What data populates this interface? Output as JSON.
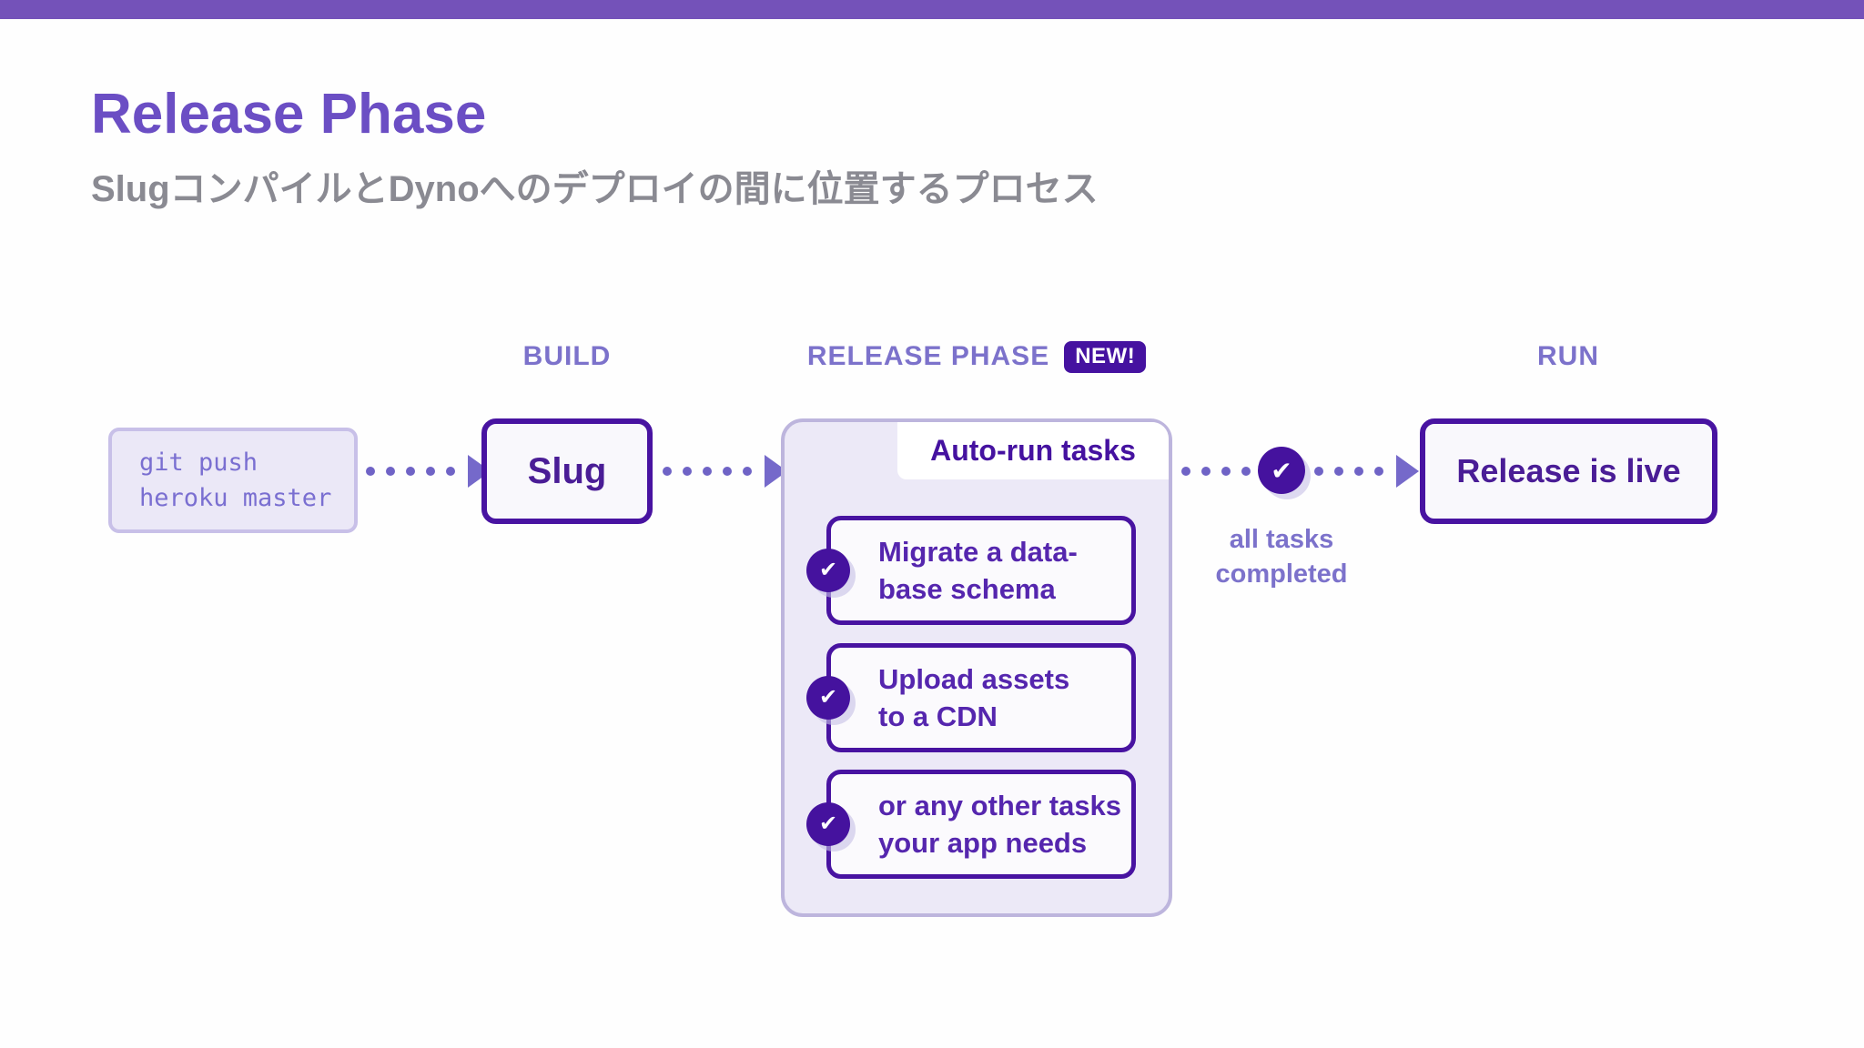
{
  "slide": {
    "title": "Release Phase",
    "subtitle": "SlugコンパイルとDynoへのデプロイの間に位置するプロセス"
  },
  "stages": {
    "build_label": "BUILD",
    "release_phase_label": "RELEASE PHASE",
    "new_badge": "NEW!",
    "run_label": "RUN"
  },
  "diagram": {
    "git_push": {
      "line1": "git push",
      "line2": "heroku master"
    },
    "slug_label": "Slug",
    "auto_run_tasks_label": "Auto-run tasks",
    "tasks": [
      {
        "line1": "Migrate a data-",
        "line2": "base schema"
      },
      {
        "line1": "Upload assets",
        "line2": "to a CDN"
      },
      {
        "line1": "or any other tasks",
        "line2": "your app needs"
      }
    ],
    "all_tasks_completed": {
      "line1": "all tasks",
      "line2": "completed"
    },
    "release_live_label": "Release is live"
  },
  "icons": {
    "check_glyph": "✔"
  },
  "colors": {
    "top_bar": "#7452B9",
    "title": "#6B4EC4",
    "subtitle": "#8A8A92",
    "stage_label": "#7C72CB",
    "new_badge_bg": "#4512A0",
    "new_badge_text": "#FFFFFF",
    "dark_purple_border": "#4813A1",
    "node_text": "#4A1D96",
    "task_text": "#5526AE",
    "code_text": "#7A6FD1",
    "code_box_bg": "#EBE8F7",
    "code_box_border": "#C8C0E8",
    "panel_bg": "#ECE9F7",
    "panel_border": "#BDB5DD",
    "node_bg": "#F9F8FC",
    "dot": "#6F63C6",
    "arrowhead": "#7569CA",
    "check_bg": "#45129E",
    "completed_text": "#7C72CB"
  }
}
